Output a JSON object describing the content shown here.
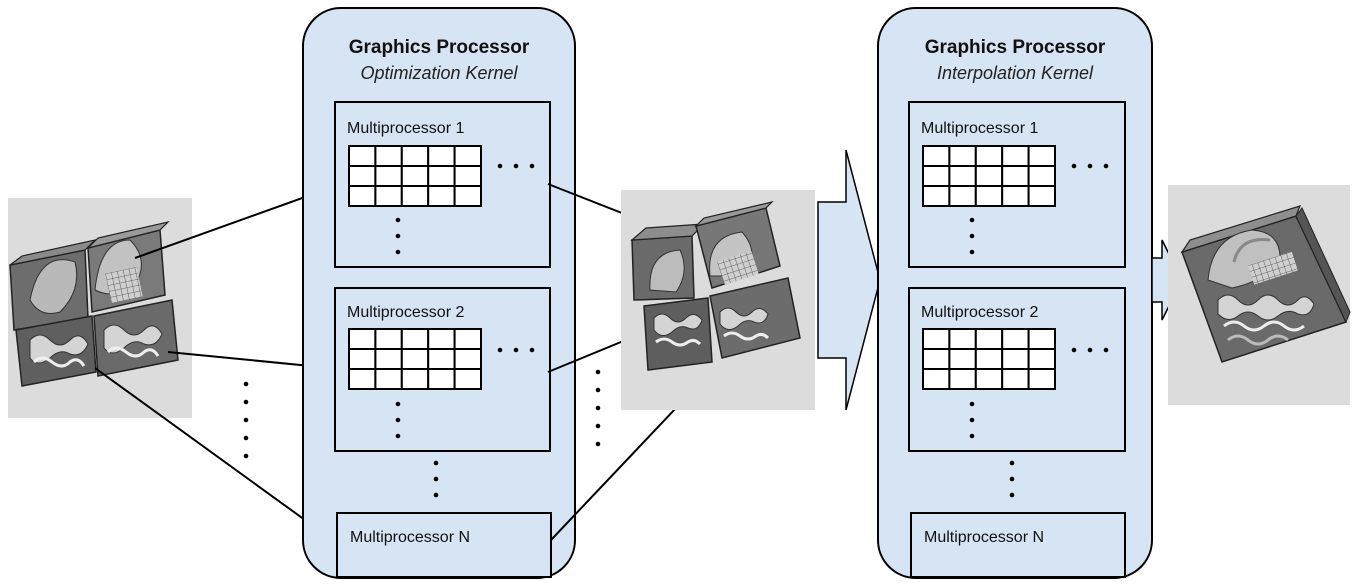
{
  "gpu_optimization": {
    "title": "Graphics Processor",
    "subtitle": "Optimization Kernel",
    "mp1": "Multiprocessor 1",
    "mp2": "Multiprocessor 2",
    "mpn": "Multiprocessor N"
  },
  "gpu_interpolation": {
    "title": "Graphics Processor",
    "subtitle": "Interpolation Kernel",
    "mp1": "Multiprocessor 1",
    "mp2": "Multiprocessor 2",
    "mpn": "Multiprocessor N"
  },
  "colors": {
    "panel_fill": "#d6e4f3",
    "box_fill": "#d6e4f3",
    "image_bg": "#dcdcdc",
    "stroke": "#000000",
    "block_arrow": "#d6e4f3"
  },
  "images": {
    "input": "volume-blocks-input-image",
    "intermediate": "volume-blocks-deformed-image",
    "output": "volume-interpolated-output-image"
  }
}
